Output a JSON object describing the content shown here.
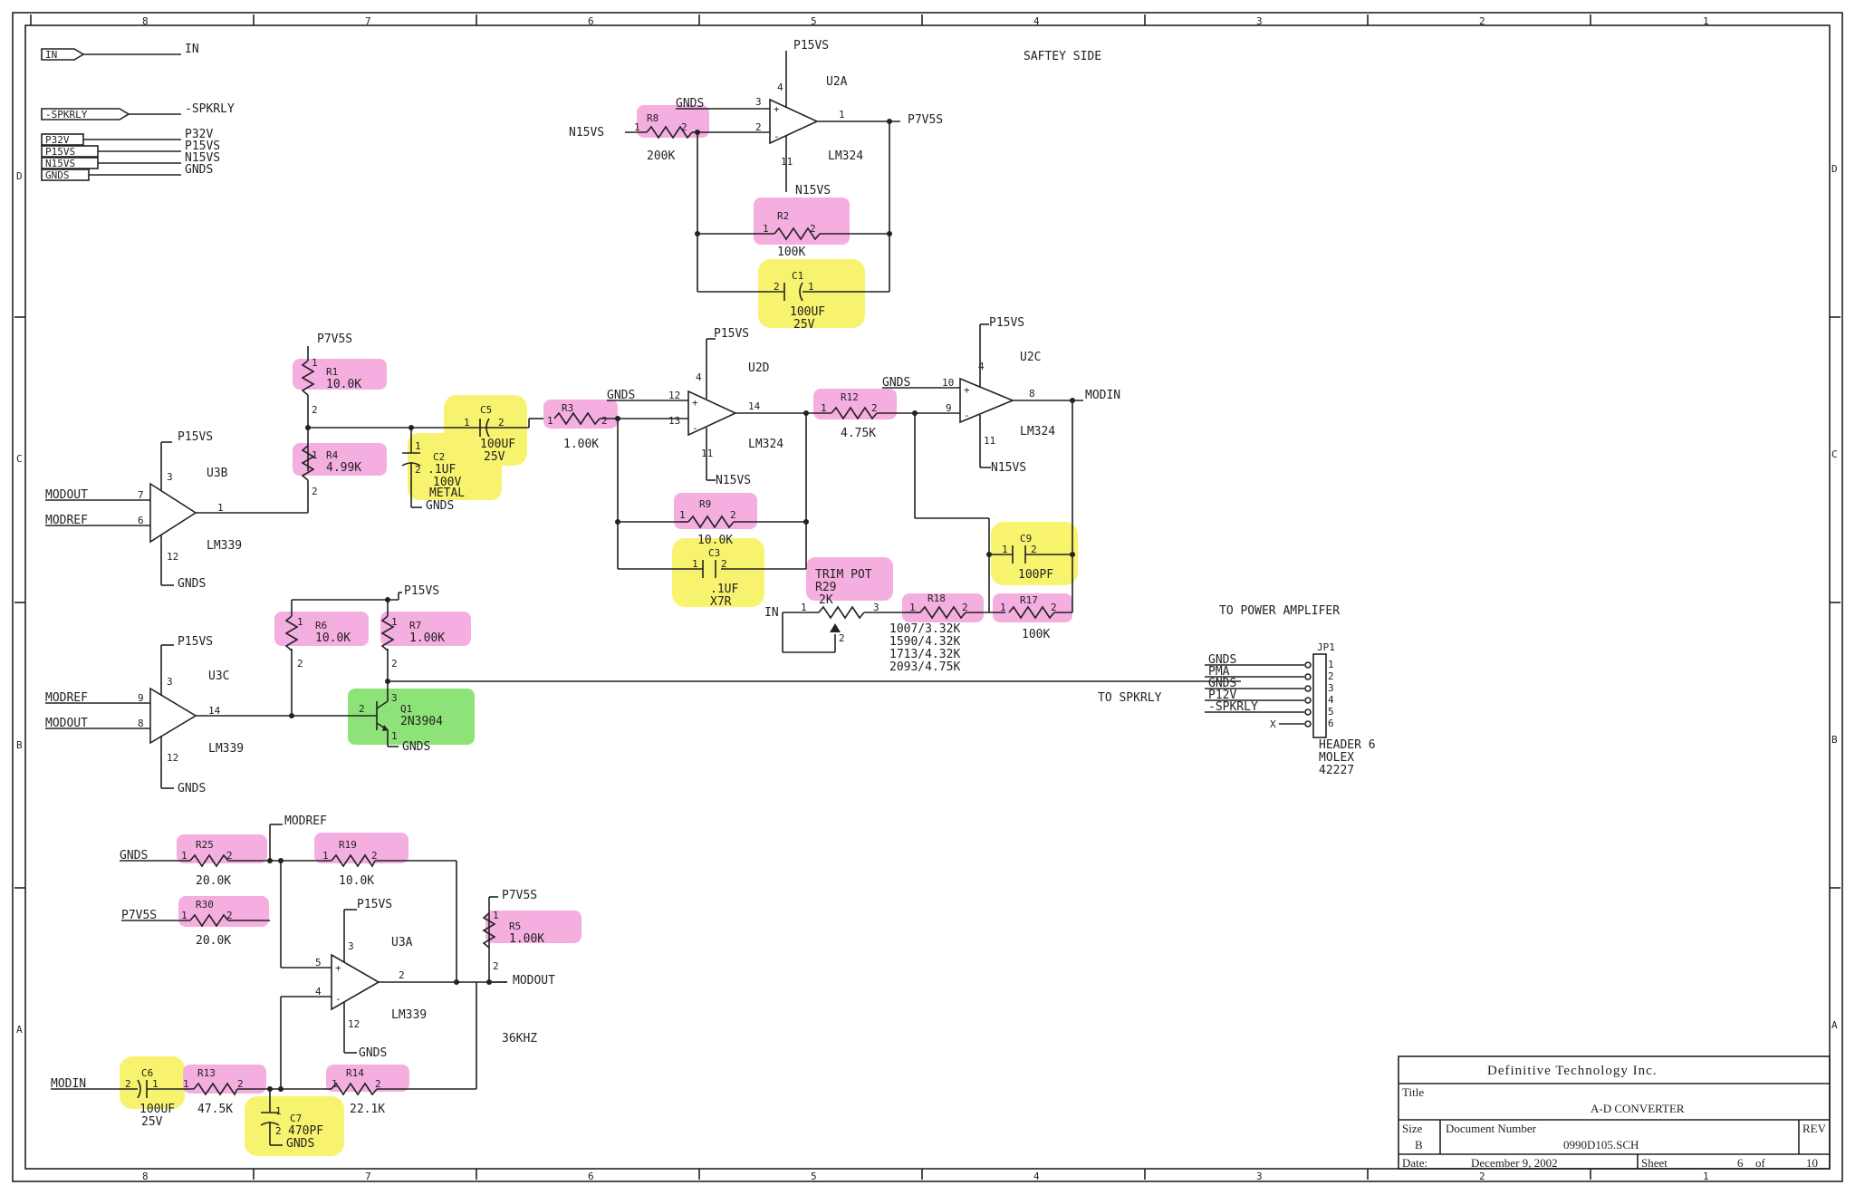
{
  "border": {
    "columns": [
      "8",
      "7",
      "6",
      "5",
      "4",
      "3",
      "2",
      "1"
    ],
    "rows": [
      "D",
      "C",
      "B",
      "A"
    ]
  },
  "colors": {
    "pink": "#f29ad8",
    "yellow": "#f7f14a",
    "green": "#70dc55",
    "line": "#222222"
  },
  "ports": {
    "in": "IN",
    "spkrly": "-SPKRLY",
    "p32v": "P32V",
    "p15vs": "P15VS",
    "n15vs": "N15VS",
    "gnds": "GNDS"
  },
  "port_nets": {
    "in": "IN",
    "spkrly": "-SPKRLY",
    "p32v": "P32V",
    "p15vs": "P15VS",
    "n15vs": "N15VS",
    "gnds": "GNDS"
  },
  "safety_label": "SAFTEY SIDE",
  "u2a": {
    "name": "U2A",
    "part": "LM324",
    "pin_in_pos": "3",
    "pin_in_neg": "2",
    "pin_out": "1",
    "pin_vcc": "4",
    "pin_vee": "11",
    "vcc": "P15VS",
    "vee": "N15VS",
    "in_pos_net": "GNDS",
    "out_net": "P7V5S"
  },
  "r8": {
    "name": "R8",
    "value": "200K",
    "pin1": "1",
    "pin2": "2",
    "net": "N15VS"
  },
  "r2": {
    "name": "R2",
    "value": "100K",
    "pin1": "1",
    "pin2": "2"
  },
  "c1": {
    "name": "C1",
    "value": "100UF",
    "voltage": "25V",
    "pin1": "1",
    "pin2": "2"
  },
  "r1": {
    "name": "R1",
    "value": "10.0K",
    "pin1": "1",
    "pin2": "2",
    "net": "P7V5S"
  },
  "r4": {
    "name": "R4",
    "value": "4.99K",
    "pin1": "1",
    "pin2": "2"
  },
  "u3b": {
    "name": "U3B",
    "part": "LM339",
    "pin_in_pos": "7",
    "pin_in_neg": "6",
    "pin_out": "1",
    "pin_vcc": "3",
    "pin_gnd": "12",
    "vcc": "P15VS",
    "gnd": "GNDS",
    "in1": "MODOUT",
    "in2": "MODREF"
  },
  "c2": {
    "name": "C2",
    "value": ".1UF",
    "voltage": "100V",
    "type": "METAL",
    "pin1": "1",
    "pin2": "2",
    "gnd": "GNDS"
  },
  "c5": {
    "name": "C5",
    "value": "100UF",
    "voltage": "25V",
    "pin1": "1",
    "pin2": "2"
  },
  "r3": {
    "name": "R3",
    "value": "1.00K",
    "pin1": "1",
    "pin2": "2"
  },
  "u2d": {
    "name": "U2D",
    "part": "LM324",
    "pin_in_pos": "12",
    "pin_in_neg": "13",
    "pin_out": "14",
    "pin_vcc": "4",
    "pin_vee": "11",
    "vcc": "P15VS",
    "vee": "N15VS",
    "in_pos_net": "GNDS"
  },
  "r9": {
    "name": "R9",
    "value": "10.0K",
    "pin1": "1",
    "pin2": "2"
  },
  "c3": {
    "name": "C3",
    "value": ".1UF",
    "type": "X7R",
    "pin1": "1",
    "pin2": "2"
  },
  "r12": {
    "name": "R12",
    "value": "4.75K",
    "pin1": "1",
    "pin2": "2"
  },
  "u2c": {
    "name": "U2C",
    "part": "LM324",
    "pin_in_pos": "10",
    "pin_in_neg": "9",
    "pin_out": "8",
    "pin_vcc": "4",
    "pin_vee": "11",
    "vcc": "P15VS",
    "vee": "N15VS",
    "in_pos_net": "GNDS",
    "out_net": "MODIN"
  },
  "c9": {
    "name": "C9",
    "value": "100PF",
    "pin1": "1",
    "pin2": "2"
  },
  "r29": {
    "name": "R29",
    "value": "2K",
    "type": "TRIM POT",
    "pin1": "1",
    "pin2": "2",
    "pin3": "3",
    "net": "IN"
  },
  "r18": {
    "name": "R18",
    "pin1": "1",
    "pin2": "2",
    "values": [
      "1007/3.32K",
      "1590/4.32K",
      "1713/4.32K",
      "2093/4.75K"
    ]
  },
  "r17": {
    "name": "R17",
    "value": "100K",
    "pin1": "1",
    "pin2": "2"
  },
  "u3c": {
    "name": "U3C",
    "part": "LM339",
    "pin_in_pos": "9",
    "pin_in_neg": "8",
    "pin_out": "14",
    "pin_vcc": "3",
    "pin_gnd": "12",
    "vcc": "P15VS",
    "gnd": "GNDS",
    "in1": "MODREF",
    "in2": "MODOUT"
  },
  "r6": {
    "name": "R6",
    "value": "10.0K",
    "pin1": "1",
    "pin2": "2"
  },
  "r7": {
    "name": "R7",
    "value": "1.00K",
    "pin1": "1",
    "pin2": "2",
    "net": "P15VS"
  },
  "q1": {
    "name": "Q1",
    "part": "2N3904",
    "pin_b": "2",
    "pin_c": "3",
    "pin_e": "1",
    "gnd": "GNDS"
  },
  "to_spkrly": "TO SPKRLY",
  "jp1": {
    "name": "JP1",
    "title": "TO POWER AMPLIFER",
    "desc": [
      "HEADER 6",
      "MOLEX",
      "42227"
    ],
    "pins": [
      {
        "num": "1",
        "net": "GNDS"
      },
      {
        "num": "2",
        "net": "PMA"
      },
      {
        "num": "3",
        "net": "GNDS"
      },
      {
        "num": "4",
        "net": "P12V"
      },
      {
        "num": "5",
        "net": "-SPKRLY"
      },
      {
        "num": "6",
        "net": "X"
      }
    ]
  },
  "u3a": {
    "name": "U3A",
    "part": "LM339",
    "pin_in_pos": "5",
    "pin_in_neg": "4",
    "pin_out": "2",
    "pin_vcc": "3",
    "pin_gnd": "12",
    "vcc": "P15VS",
    "gnd": "GNDS",
    "out_net": "MODOUT"
  },
  "r25": {
    "name": "R25",
    "value": "20.0K",
    "pin1": "1",
    "pin2": "2",
    "net": "GNDS"
  },
  "modref": "MODREF",
  "r19": {
    "name": "R19",
    "value": "10.0K",
    "pin1": "1",
    "pin2": "2"
  },
  "r30": {
    "name": "R30",
    "value": "20.0K",
    "pin1": "1",
    "pin2": "2",
    "net": "P7V5S"
  },
  "r5": {
    "name": "R5",
    "value": "1.00K",
    "pin1": "1",
    "pin2": "2",
    "net": "P7V5S"
  },
  "freq": "36KHZ",
  "c6": {
    "name": "C6",
    "value": "100UF",
    "voltage": "25V",
    "pin1": "1",
    "pin2": "2",
    "net": "MODIN"
  },
  "r13": {
    "name": "R13",
    "value": "47.5K",
    "pin1": "1",
    "pin2": "2"
  },
  "r14": {
    "name": "R14",
    "value": "22.1K",
    "pin1": "1",
    "pin2": "2"
  },
  "c7": {
    "name": "C7",
    "value": "470PF",
    "pin1": "1",
    "pin2": "2",
    "gnd": "GNDS"
  },
  "title_block": {
    "company": "Definitive Technology Inc.",
    "title_label": "Title",
    "title": "A-D CONVERTER",
    "size_label": "Size",
    "size": "B",
    "docnum_label": "Document Number",
    "docnum": "0990D105.SCH",
    "rev_label": "REV",
    "date_label": "Date:",
    "date": "December  9, 2002",
    "sheet_label": "Sheet",
    "sheet": "6",
    "of_label": "of",
    "total": "10"
  }
}
